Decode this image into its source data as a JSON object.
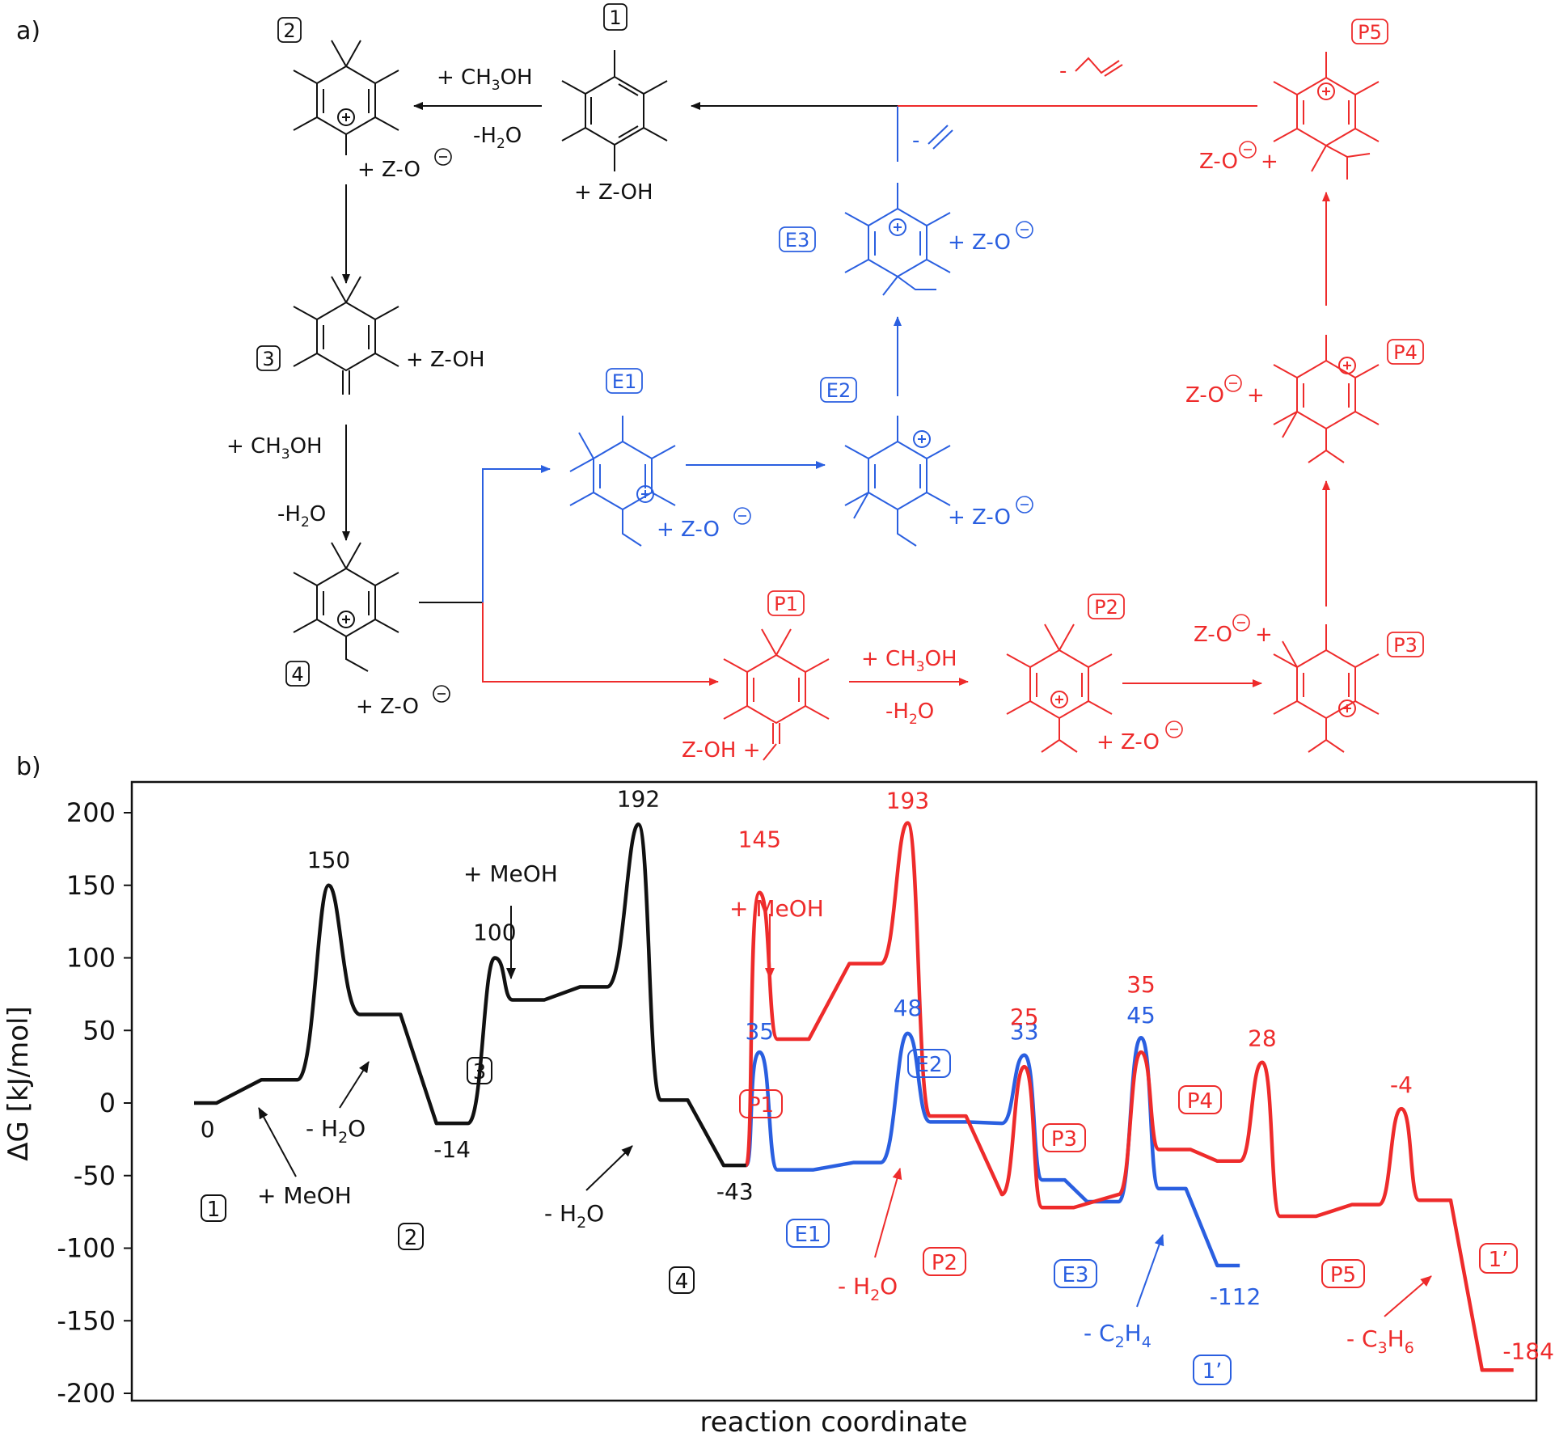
{
  "panel_a_label": "a)",
  "panel_b_label": "b)",
  "colors": {
    "black": "#111111",
    "blue": "#2a5fe0",
    "red": "#ee2b2b"
  },
  "scheme": {
    "labels": {
      "n1": "1",
      "n2": "2",
      "n3": "3",
      "n4": "4",
      "E1": "E1",
      "E2": "E2",
      "E3": "E3",
      "P1": "P1",
      "P2": "P2",
      "P3": "P3",
      "P4": "P4",
      "P5": "P5"
    },
    "reagents": {
      "add_ch3oh_1": "+ CH",
      "sub3": "3",
      "oh": "OH",
      "minus_h2o_1": "-H",
      "sub2": "2",
      "o": "O",
      "z_oh_1": "+ Z-OH",
      "z_o_2": "+ Z-O",
      "z_oh_3": "+ Z-OH",
      "add_ch3oh_3": "+ CH",
      "minus_h2o_3": "-H",
      "z_o_4": "+ Z-O",
      "z_o_e1": "+ Z-O",
      "z_o_e2": "+ Z-O",
      "z_o_e3": "+ Z-O",
      "minus_ethene": "-",
      "minus_propene": "-",
      "z_oh_p1": "Z-OH +",
      "add_ch3oh_p1": "+ CH",
      "minus_h2o_p1": "-H",
      "z_o_p2": "+ Z-O",
      "z_o_p3": "Z-O",
      "z_o_p4": "Z-O",
      "z_o_p5": "Z-O",
      "plus": "+"
    }
  },
  "chart_data": {
    "type": "line",
    "title": "",
    "xlabel": "reaction coordinate",
    "ylabel": "ΔG [kJ/mol]",
    "ylim": [
      -200,
      200
    ],
    "yticks": [
      200,
      150,
      100,
      50,
      0,
      -50,
      -100,
      -150,
      -200
    ],
    "grid": false,
    "series": [
      {
        "name": "",
        "color": "#111111",
        "points": [
          [
            0,
            0
          ],
          [
            0.5,
            0
          ],
          [
            1.5,
            16
          ],
          [
            2.3,
            16
          ],
          [
            3,
            150
          ],
          [
            3.7,
            61
          ],
          [
            4.6,
            61
          ],
          [
            5.4,
            -14
          ],
          [
            6.1,
            -14
          ],
          [
            6.7,
            100
          ],
          [
            7.1,
            71
          ],
          [
            7.8,
            71
          ],
          [
            8.6,
            80
          ],
          [
            9.2,
            80
          ],
          [
            9.9,
            192
          ],
          [
            10.4,
            2
          ],
          [
            11,
            2
          ],
          [
            11.8,
            -43
          ],
          [
            12.3,
            -43
          ]
        ],
        "labels": [
          {
            "text": "0",
            "x": 0.3,
            "y": 0
          },
          {
            "text": "150",
            "x": 3,
            "y": 150
          },
          {
            "text": "-14",
            "x": 5.75,
            "y": -14
          },
          {
            "text": "100",
            "x": 6.7,
            "y": 100
          },
          {
            "text": "192",
            "x": 9.9,
            "y": 192
          },
          {
            "text": "-43",
            "x": 12.05,
            "y": -43
          }
        ]
      },
      {
        "name": "",
        "color": "#2a5fe0",
        "points": [
          [
            12.3,
            -43
          ],
          [
            12.6,
            35
          ],
          [
            13.0,
            -46
          ],
          [
            13.8,
            -46
          ],
          [
            14.7,
            -41
          ],
          [
            15.3,
            -41
          ],
          [
            15.9,
            48
          ],
          [
            16.4,
            -13
          ],
          [
            17.2,
            -13
          ],
          [
            18.0,
            -14
          ],
          [
            18.5,
            33
          ],
          [
            18.9,
            -53
          ],
          [
            19.4,
            -53
          ],
          [
            19.9,
            -68
          ],
          [
            20.6,
            -68
          ],
          [
            21.1,
            45
          ],
          [
            21.5,
            -59
          ],
          [
            22.1,
            -59
          ],
          [
            22.8,
            -112
          ],
          [
            23.3,
            -112
          ]
        ],
        "labels": [
          {
            "text": "35",
            "x": 12.6,
            "y": 35
          },
          {
            "text": "48",
            "x": 15.9,
            "y": 48
          },
          {
            "text": "33",
            "x": 18.5,
            "y": 33
          },
          {
            "text": "45",
            "x": 21.1,
            "y": 45
          },
          {
            "text": "-112",
            "x": 23.2,
            "y": -112
          }
        ]
      },
      {
        "name": "",
        "color": "#ee2b2b",
        "points": [
          [
            12.3,
            -43
          ],
          [
            12.6,
            145
          ],
          [
            13.0,
            44
          ],
          [
            13.7,
            44
          ],
          [
            14.6,
            96
          ],
          [
            15.3,
            96
          ],
          [
            15.9,
            193
          ],
          [
            16.4,
            -9
          ],
          [
            17.2,
            -9
          ],
          [
            18.0,
            -63
          ],
          [
            18.5,
            25
          ],
          [
            18.9,
            -72
          ],
          [
            19.6,
            -72
          ],
          [
            20.6,
            -63
          ],
          [
            21.1,
            35
          ],
          [
            21.5,
            -32
          ],
          [
            22.2,
            -32
          ],
          [
            22.8,
            -40
          ],
          [
            23.3,
            -40
          ],
          [
            23.8,
            28
          ],
          [
            24.2,
            -78
          ],
          [
            25.0,
            -78
          ],
          [
            25.8,
            -70
          ],
          [
            26.4,
            -70
          ],
          [
            26.9,
            -4
          ],
          [
            27.3,
            -67
          ],
          [
            28.0,
            -67
          ],
          [
            28.7,
            -184
          ],
          [
            29.4,
            -184
          ]
        ],
        "labels": [
          {
            "text": "145",
            "x": 12.6,
            "y": 145
          },
          {
            "text": "193",
            "x": 15.9,
            "y": 193
          },
          {
            "text": "25",
            "x": 18.5,
            "y": 25
          },
          {
            "text": "35",
            "x": 21.1,
            "y": 35
          },
          {
            "text": "28",
            "x": 23.8,
            "y": 28
          },
          {
            "text": "-4",
            "x": 26.9,
            "y": -4
          },
          {
            "text": "-184",
            "x": 29.3,
            "y": -184
          }
        ]
      }
    ],
    "annotations": [
      {
        "text": "+ MeOH",
        "color": "#111111"
      },
      {
        "text": "- H",
        "sub": "2",
        "after": "O",
        "color": "#111111"
      },
      {
        "text": "+ MeOH",
        "color": "#111111"
      },
      {
        "text": "- H",
        "sub": "2",
        "after": "O",
        "color": "#111111"
      },
      {
        "text": "+ MeOH",
        "color": "#ee2b2b"
      },
      {
        "text": "- H",
        "sub": "2",
        "after": "O",
        "color": "#ee2b2b"
      },
      {
        "text": "- C",
        "sub": "2",
        "after": "H",
        "sub2": "4",
        "color": "#2a5fe0"
      },
      {
        "text": "- C",
        "sub": "3",
        "after": "H",
        "sub2": "6",
        "color": "#ee2b2b"
      }
    ],
    "state_labels": {
      "s1": "1",
      "s2": "2",
      "s3": "3",
      "s4": "4",
      "E1": "E1",
      "E2": "E2",
      "E3": "E3",
      "b1p": "1’",
      "P1": "P1",
      "P2": "P2",
      "P3": "P3",
      "P4": "P4",
      "P5": "P5",
      "r1p": "1’"
    }
  }
}
